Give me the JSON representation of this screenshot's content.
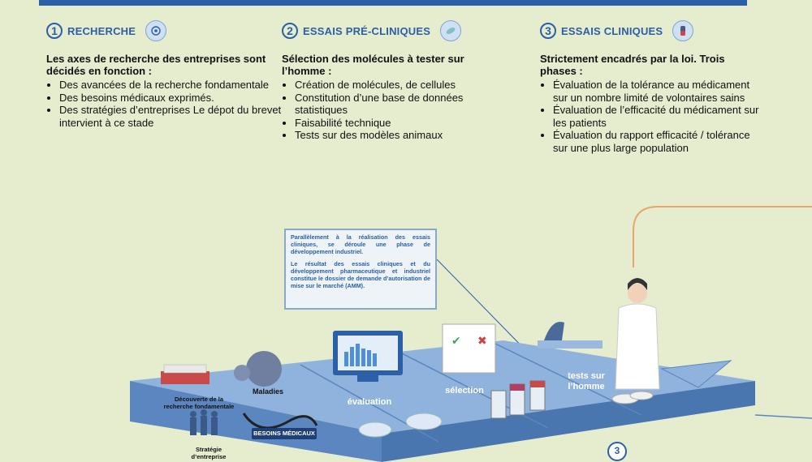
{
  "columns": [
    {
      "number": "1",
      "title": "RECHERCHE",
      "icon": "research-icon",
      "lead": "Les axes de recherche des entreprises sont décidés en fonction :",
      "bullets": [
        "Des avancées de la recherche fondamentale",
        "Des besoins médicaux exprimés.",
        "Des stratégies d’entreprises Le dépot du brevet intervient à ce stade"
      ]
    },
    {
      "number": "2",
      "title": "ESSAIS PRÉ-CLINIQUES",
      "icon": "cell-icon",
      "lead": "Sélection des molécules à tester sur l’homme :",
      "bullets": [
        "Création de molécules, de cellules",
        "Constitution d’une base de données statistiques",
        "Faisabilité technique",
        "Tests sur des modèles animaux"
      ]
    },
    {
      "number": "3",
      "title": "ESSAIS CLINIQUES",
      "icon": "clinical-icon",
      "lead": "Strictement encadrés par la loi. Trois phases :",
      "bullets": [
        "Évaluation de la tolérance au médicament sur un nombre limité de volontaires sains",
        "Évaluation de l’efficacité du médicament sur les patients",
        "Évaluation du rapport efficacité / tolérance sur une plus large population"
      ]
    }
  ],
  "note": {
    "p1": "Parallèlement à la réalisation des essais cliniques, se déroule une phase de développement industriel.",
    "p2": "Le résultat des essais cliniques et du développement pharmaceutique et industriel constitue le dossier de demande d’autorisation de mise sur le marché (AMM)."
  },
  "illustration": {
    "discovery": "Découverte de la recherche fondamentale",
    "diseases": "Maladies",
    "medical_needs": "BESOINS MÉDICAUX",
    "strategy": "Stratégie d’entreprise",
    "evaluation": "évaluation",
    "selection": "sélection",
    "human_tests": "tests sur l’homme",
    "step_badge": "3"
  },
  "colors": {
    "accent": "#2b5fa8",
    "background": "#e6ecce",
    "platform_top": "#8fb3dc",
    "platform_side": "#5b86bf",
    "orange_line": "#e8a66a"
  }
}
